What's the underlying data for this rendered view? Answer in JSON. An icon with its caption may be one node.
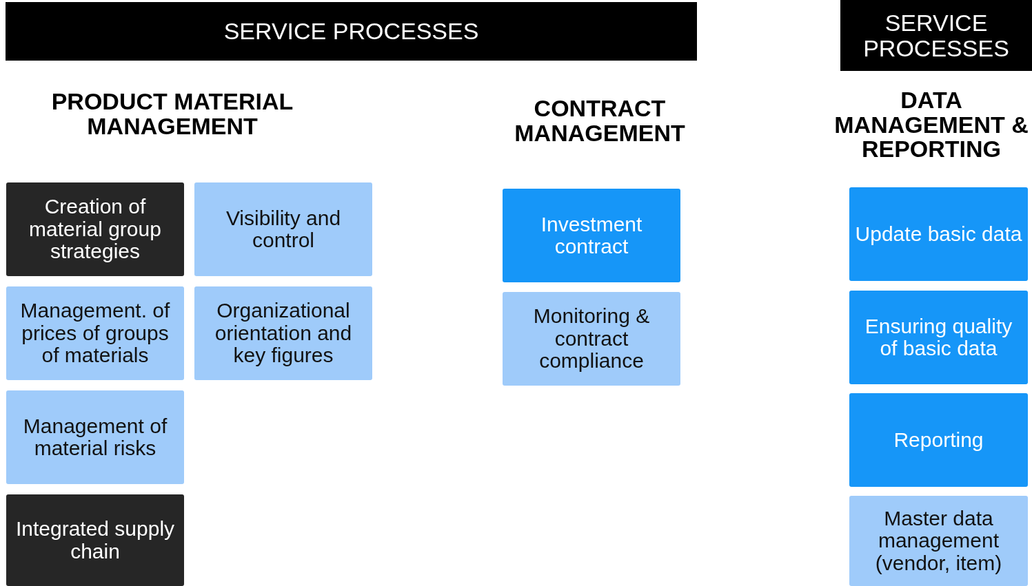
{
  "diagram": {
    "nodes": [
      {
        "text": [
          "SERVICE PROCESSES"
        ]
      },
      {
        "text": [
          "SERVICE PROCESSES"
        ]
      },
      {
        "text": [
          "Creation of material group strategies"
        ]
      },
      {
        "text": [
          "Visibility and control"
        ]
      },
      {
        "text": [
          "Management. of prices of groups of materials"
        ]
      },
      {
        "text": [
          "Organizational orientation and key figures"
        ]
      },
      {
        "text": [
          "Management of material risks"
        ]
      },
      {
        "text": [
          "Integrated supply chain"
        ]
      },
      {
        "text": [
          "Investment contract"
        ]
      },
      {
        "text": [
          "Monitoring & contract compliance"
        ]
      },
      {
        "text": [
          "Update basic data"
        ]
      },
      {
        "text": [
          "Ensuring quality of basic data"
        ]
      },
      {
        "text": [
          "Reporting"
        ]
      },
      {
        "text": [
          "Master data management (vendor, item)"
        ]
      }
    ],
    "labels": [
      "PRODUCT MATERIAL MANAGEMENT",
      "CONTRACT MANAGEMENT",
      "DATA MANAGEMENT & REPORTING"
    ]
  }
}
